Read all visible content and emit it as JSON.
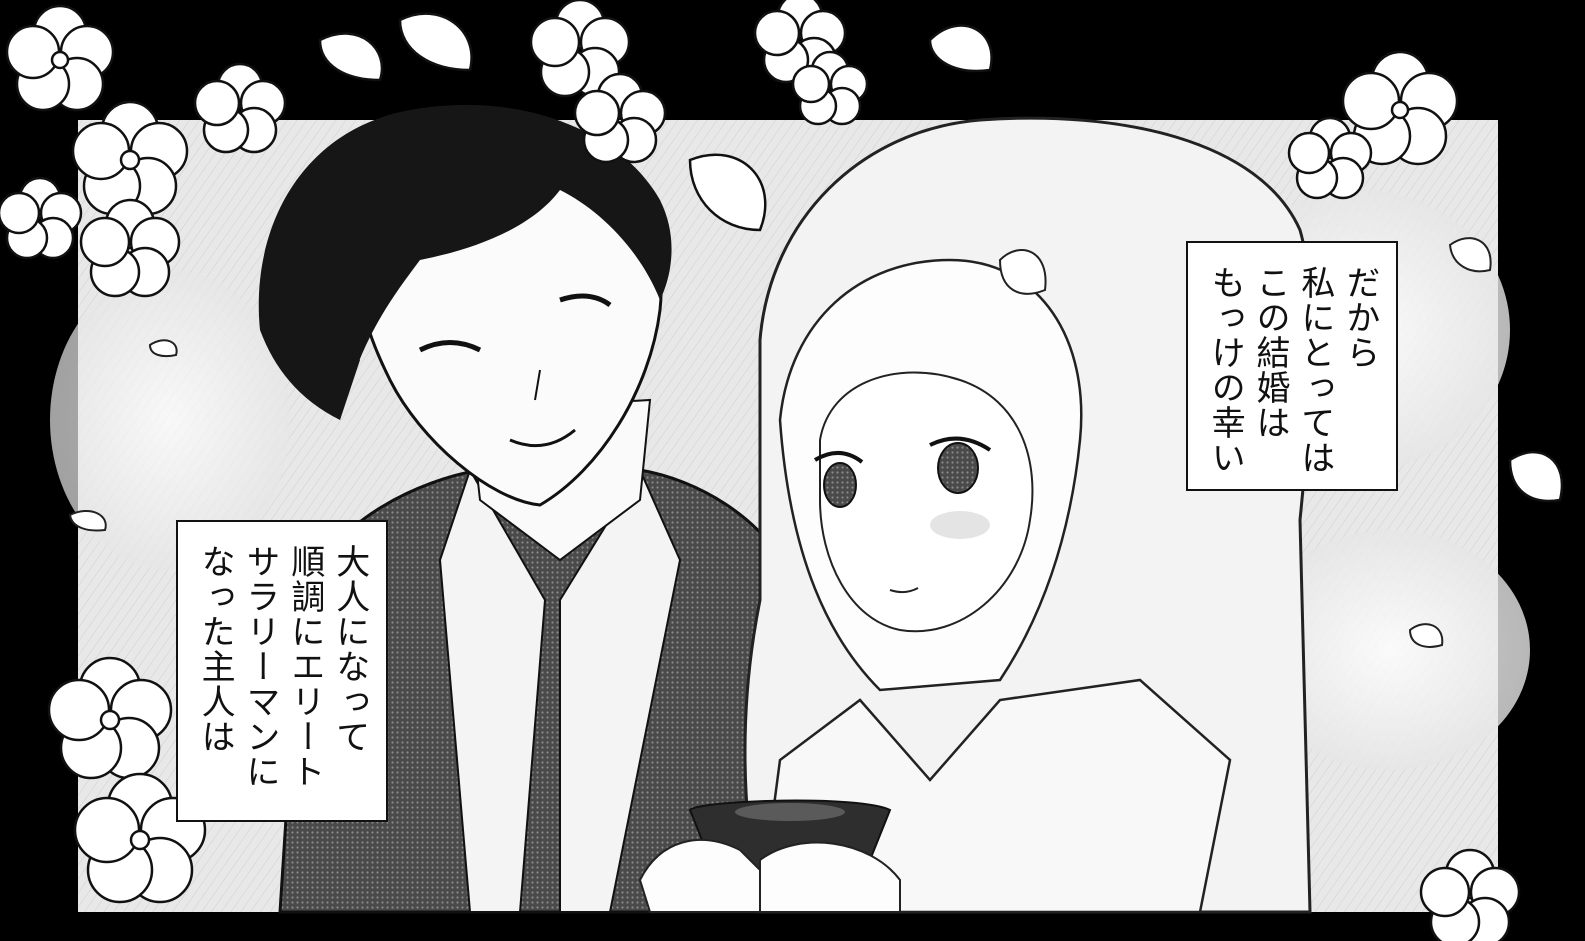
{
  "panel": {
    "captions": [
      {
        "id": "caption-right",
        "lines": [
          "だから",
          "私にとっては",
          "この結婚は",
          "もっけの幸い"
        ]
      },
      {
        "id": "caption-left",
        "lines": [
          "大人になって",
          "順調にエリート",
          "サラリーマンに",
          "なった主人は"
        ]
      }
    ]
  },
  "colors": {
    "border": "#000000",
    "background_tone": "#ececec",
    "ink": "#111111",
    "kimono_dark": "#3a3a3a",
    "paper": "#ffffff"
  }
}
